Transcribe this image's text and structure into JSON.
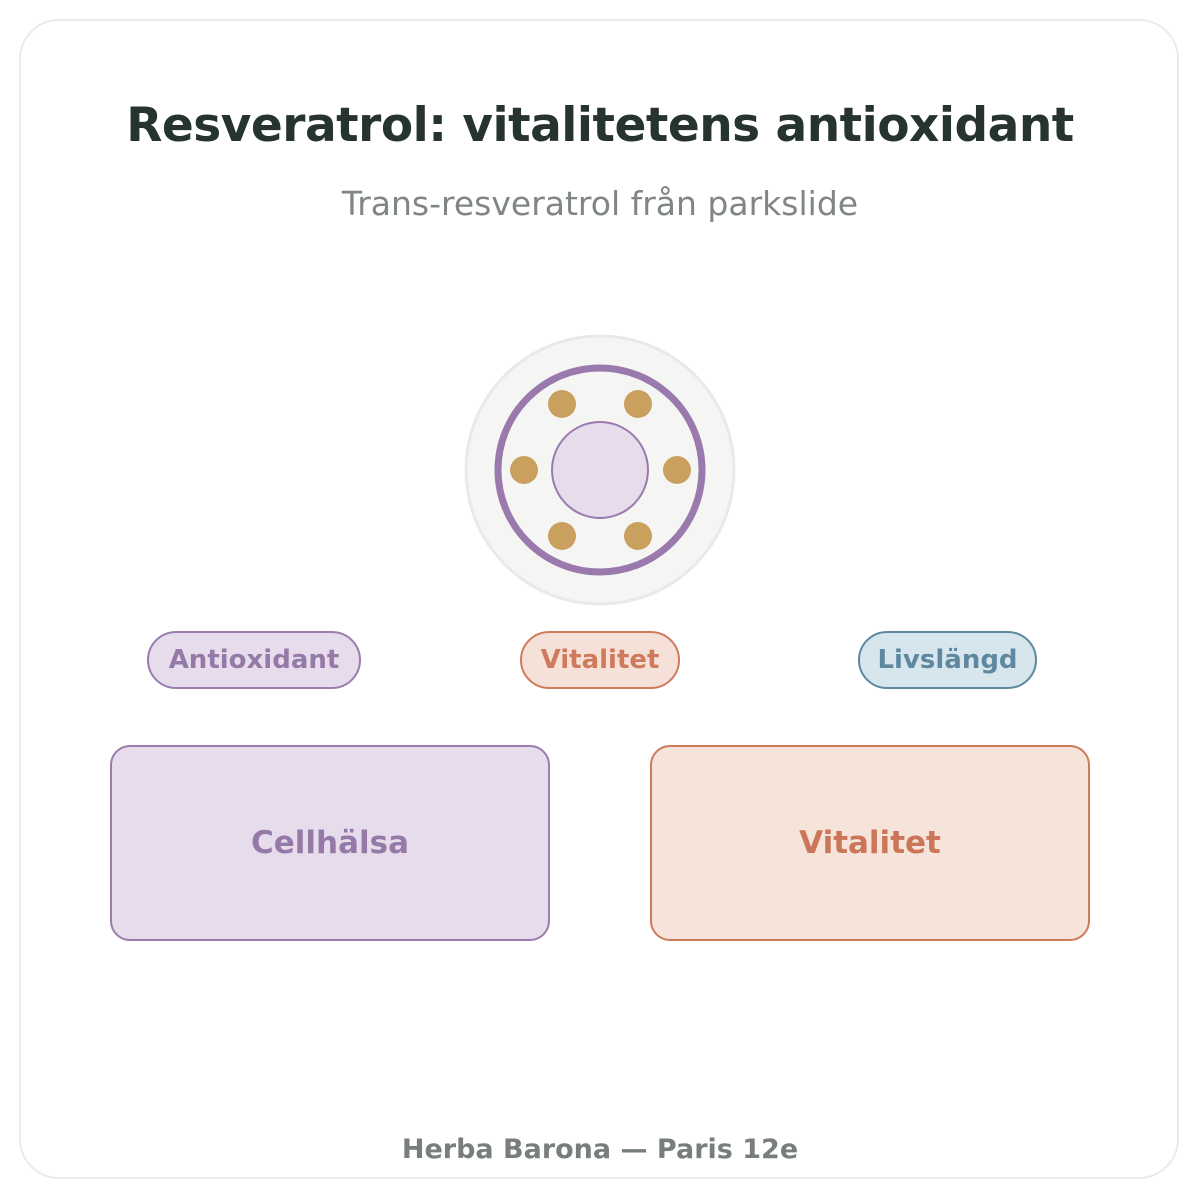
{
  "header": {
    "title": "Resveratrol: vitalitetens antioxidant",
    "subtitle": "Trans-resveratrol från parkslide"
  },
  "molecule": {
    "icon": "resveratrol-molecule-icon",
    "colors": {
      "outer": "#f5f6f4",
      "ring": "#9a7aad",
      "core": "#e6dcec",
      "atoms": "#c9a05e"
    }
  },
  "tags": [
    {
      "label": "Antioxidant",
      "color": "#9b7cad"
    },
    {
      "label": "Vitalitet",
      "color": "#cf7a5c"
    },
    {
      "label": "Livslängd",
      "color": "#5d88a0"
    }
  ],
  "boxes": [
    {
      "label": "Cellhälsa",
      "color": "#9b7cad"
    },
    {
      "label": "Vitalitet",
      "color": "#cf7a5c"
    }
  ],
  "footer": {
    "text": "Herba Barona — Paris 12e"
  }
}
